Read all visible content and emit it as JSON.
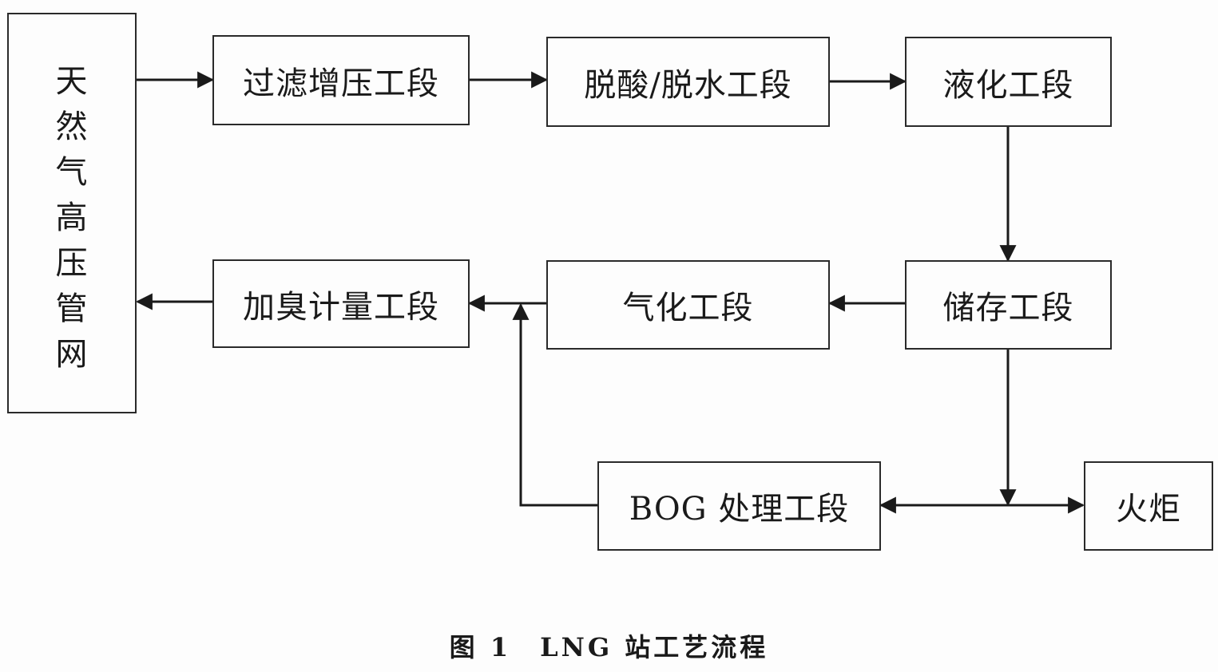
{
  "diagram": {
    "nodes": {
      "pipeline": "天然气高压管网",
      "filter": "过滤增压工段",
      "deacid": "脱酸/脱水工段",
      "liquefy": "液化工段",
      "odorize": "加臭计量工段",
      "vaporize": "气化工段",
      "storage": "储存工段",
      "bog": "BOG 处理工段",
      "flare": "火炬"
    },
    "caption": "图 1　LNG 站工艺流程"
  }
}
